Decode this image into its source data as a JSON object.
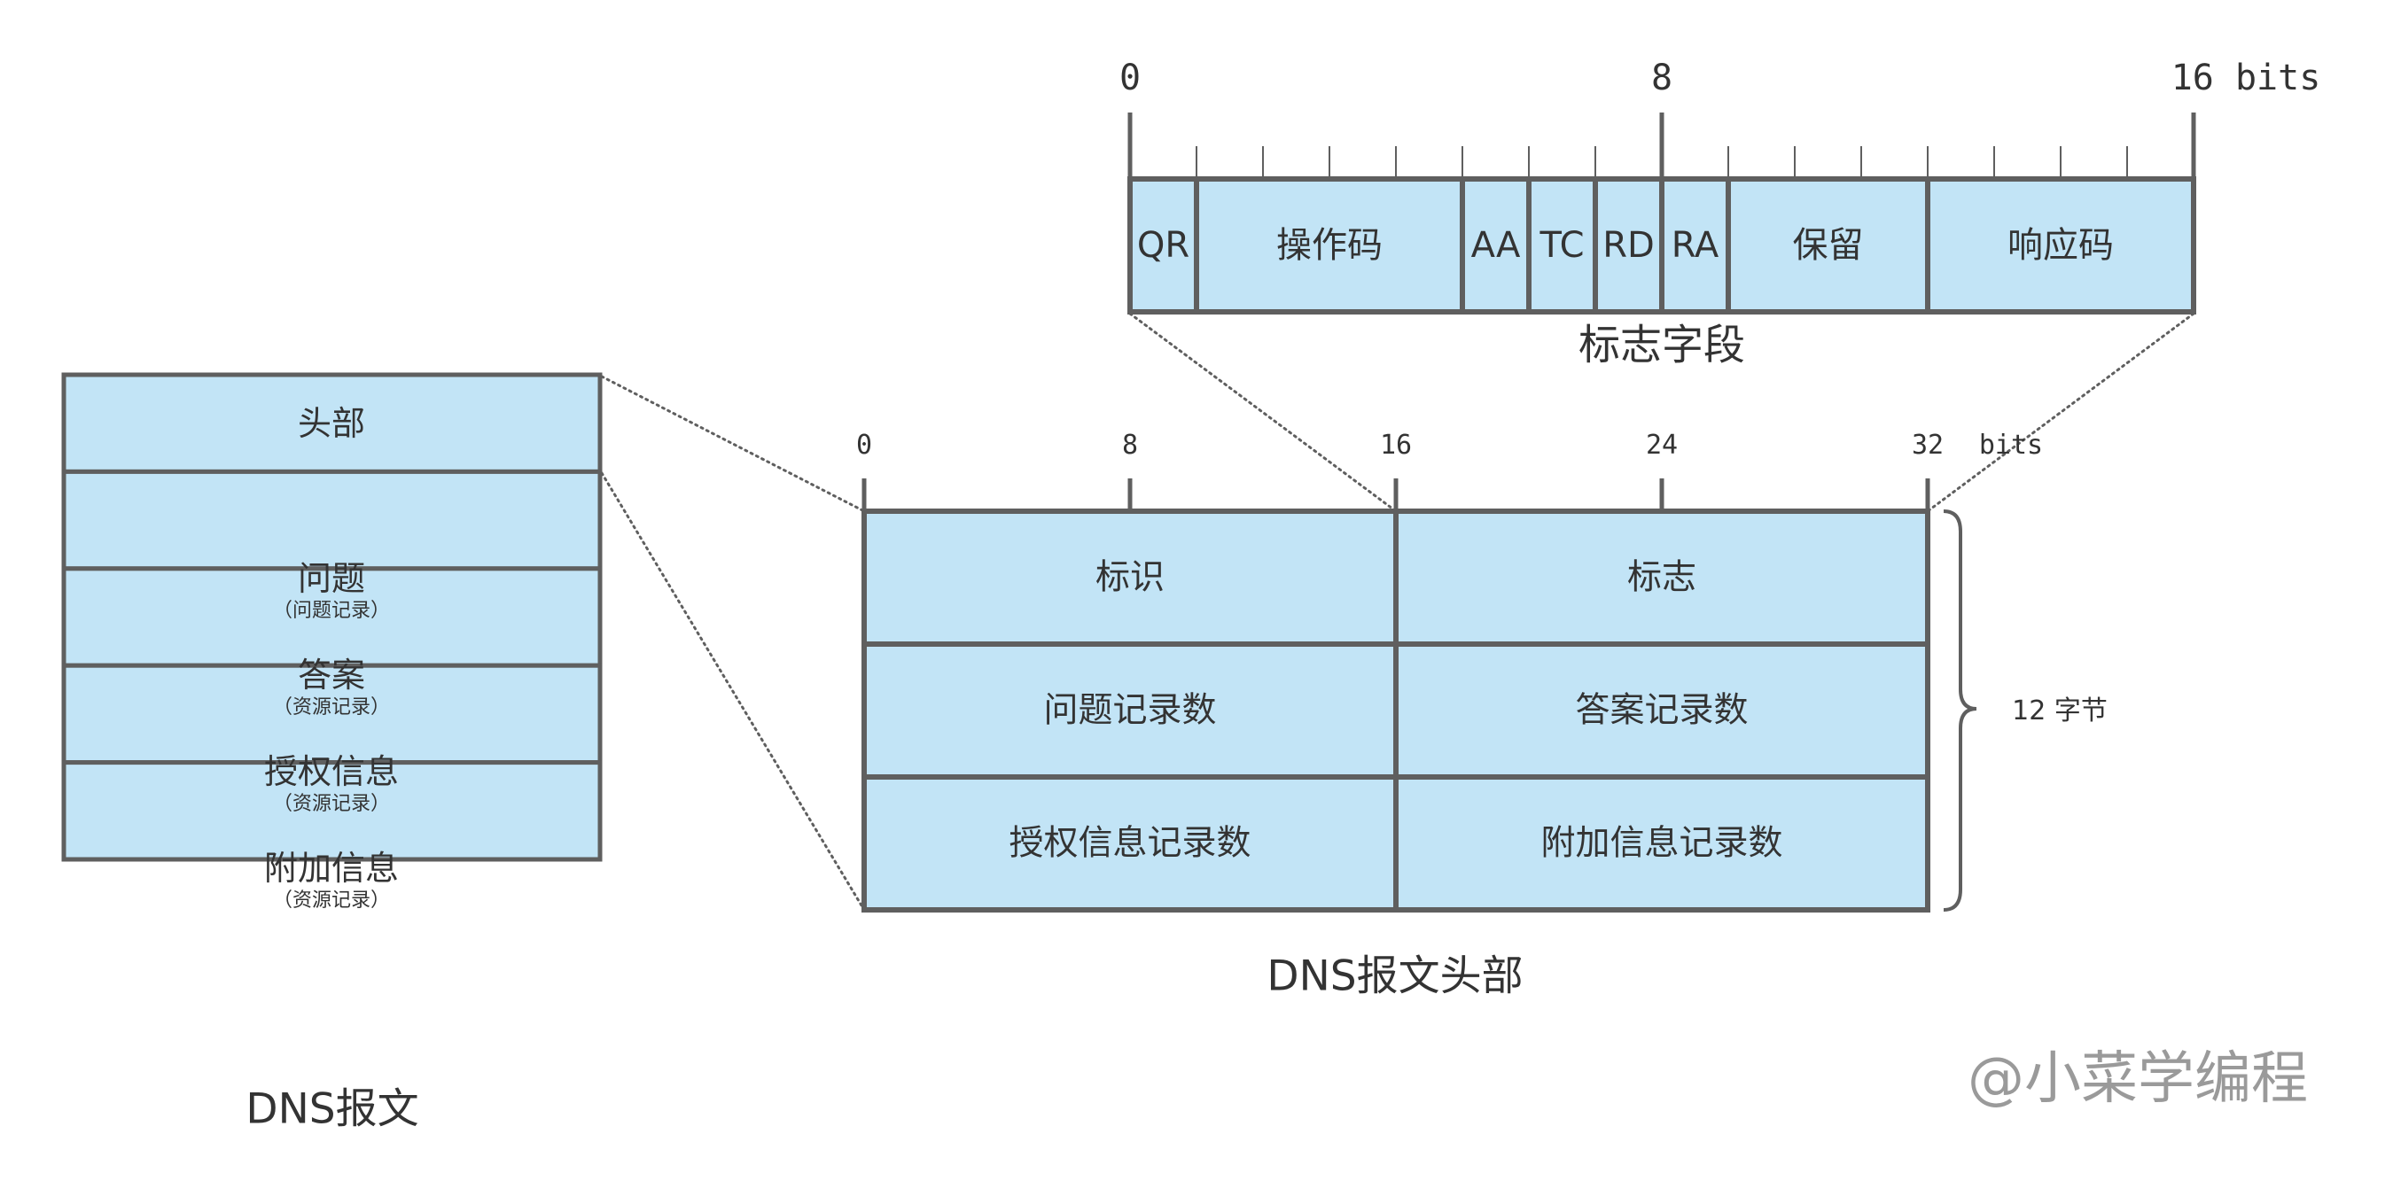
{
  "colors": {
    "fill": "#c2e4f6",
    "stroke": "#5f5f5f",
    "text": "#333333",
    "watermark": "#9a9a9a"
  },
  "dns_message": {
    "caption": "DNS报文",
    "sections": [
      {
        "title": "头部",
        "subtitle": ""
      },
      {
        "title": "问题",
        "subtitle": "（问题记录）"
      },
      {
        "title": "答案",
        "subtitle": "（资源记录）"
      },
      {
        "title": "授权信息",
        "subtitle": "（资源记录）"
      },
      {
        "title": "附加信息",
        "subtitle": "（资源记录）"
      }
    ]
  },
  "header": {
    "caption": "DNS报文头部",
    "bit_ticks": [
      "0",
      "8",
      "16",
      "24",
      "32"
    ],
    "bits_unit": "bits",
    "total_bits": 32,
    "rows": [
      [
        "标识",
        "标志"
      ],
      [
        "问题记录数",
        "答案记录数"
      ],
      [
        "授权信息记录数",
        "附加信息记录数"
      ]
    ],
    "brace_label": "12 字节"
  },
  "flags": {
    "caption": "标志字段",
    "bit_ticks": [
      "0",
      "8"
    ],
    "end_label": "16 bits",
    "total_bits": 16,
    "fields": [
      {
        "name": "QR",
        "start": 0,
        "bits": 1
      },
      {
        "name": "操作码",
        "start": 1,
        "bits": 4
      },
      {
        "name": "AA",
        "start": 5,
        "bits": 1
      },
      {
        "name": "TC",
        "start": 6,
        "bits": 1
      },
      {
        "name": "RD",
        "start": 7,
        "bits": 1
      },
      {
        "name": "RA",
        "start": 8,
        "bits": 1
      },
      {
        "name": "保留",
        "start": 9,
        "bits": 3
      },
      {
        "name": "响应码",
        "start": 12,
        "bits": 4
      }
    ]
  },
  "watermark": "@小菜学编程"
}
